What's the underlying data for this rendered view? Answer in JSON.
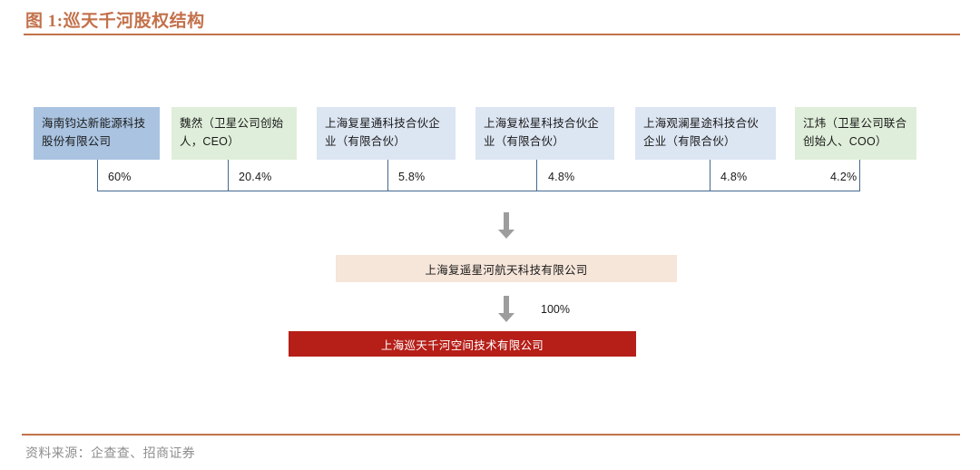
{
  "figure": {
    "title": "图 1:巡天千河股权结构",
    "source_note": "资料来源：企查查、招商证券",
    "accent_color": "#c3714b",
    "line_color": "#44688f"
  },
  "chart_data": {
    "type": "diagram",
    "title": "图 1:巡天千河股权结构",
    "subtype": "ownership-structure-tree",
    "shareholders": [
      {
        "name": "海南钧达新能源科技股份有限公司",
        "percent": "60%",
        "color": "#a9c3e0",
        "style": "blue"
      },
      {
        "name": "魏然（卫星公司创始人，CEO）",
        "percent": "20.4%",
        "color": "#dfeeda",
        "style": "green"
      },
      {
        "name": "上海复星通科技合伙企业（有限合伙）",
        "percent": "5.8%",
        "color": "#dce5f2",
        "style": "ltblue"
      },
      {
        "name": "上海复松星科技合伙企业（有限合伙）",
        "percent": "4.8%",
        "color": "#dce5f2",
        "style": "ltblue"
      },
      {
        "name": "上海观澜星途科技合伙企业（有限合伙）",
        "percent": "4.8%",
        "color": "#dce5f2",
        "style": "ltblue"
      },
      {
        "name": "江炜（卫星公司联合创始人、COO）",
        "percent": "4.2%",
        "color": "#dfeeda",
        "style": "green"
      }
    ],
    "mid_entity": {
      "name": "上海复遥星河航天科技有限公司",
      "color": "#f6e5d9"
    },
    "link_percent": "100%",
    "bottom_entity": {
      "name": "上海巡天千河空间技术有限公司",
      "color": "#b61f18"
    }
  }
}
